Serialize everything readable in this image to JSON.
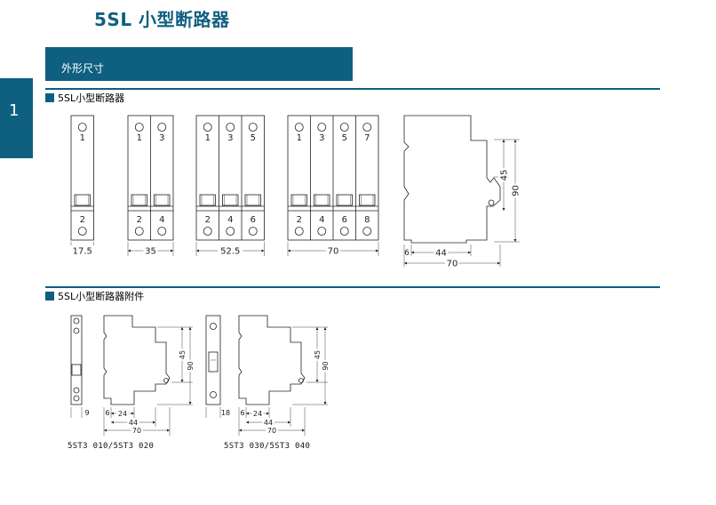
{
  "header": {
    "title": "5SL 小型断路器"
  },
  "banner": {
    "label": "外形尺寸"
  },
  "side_tab": {
    "number": "1"
  },
  "section1": {
    "label": "5SL小型断路器"
  },
  "section2": {
    "label": "5SL小型断路器附件"
  },
  "breakers": [
    {
      "top_terminals": [
        "1"
      ],
      "bottom_terminals": [
        "2"
      ],
      "width_label": "17.5"
    },
    {
      "top_terminals": [
        "1",
        "3"
      ],
      "bottom_terminals": [
        "2",
        "4"
      ],
      "width_label": "35"
    },
    {
      "top_terminals": [
        "1",
        "3",
        "5"
      ],
      "bottom_terminals": [
        "2",
        "4",
        "6"
      ],
      "width_label": "52.5"
    },
    {
      "top_terminals": [
        "1",
        "3",
        "5",
        "7"
      ],
      "bottom_terminals": [
        "2",
        "4",
        "6",
        "8"
      ],
      "width_label": "70"
    }
  ],
  "side_view": {
    "dims": {
      "h45": "45",
      "h90": "90",
      "d6": "6",
      "d44": "44",
      "d70": "70"
    }
  },
  "accessory1": {
    "front_width": "9",
    "dims": {
      "d6": "6",
      "d24": "24",
      "d44": "44",
      "d70": "70",
      "h45": "45",
      "h90": "90"
    },
    "caption": "5ST3 010/5ST3 020"
  },
  "accessory2": {
    "front_width": "18",
    "dims": {
      "d6": "6",
      "d24": "24",
      "d44": "44",
      "d70": "70",
      "h45": "45",
      "h90": "90"
    },
    "caption": "5ST3 030/5ST3 040"
  }
}
